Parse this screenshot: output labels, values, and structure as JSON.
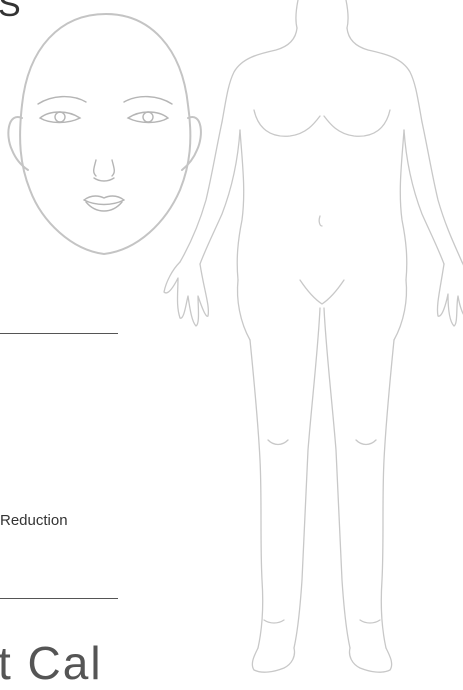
{
  "header": {
    "partial_title": "S"
  },
  "form": {
    "reduction_label": "Reduction"
  },
  "footer": {
    "partial_text": "t Cal"
  },
  "illustrations": {
    "face_icon": "face-outline-icon",
    "body_icon": "body-outline-icon",
    "line_color": "#c8c8c8"
  }
}
